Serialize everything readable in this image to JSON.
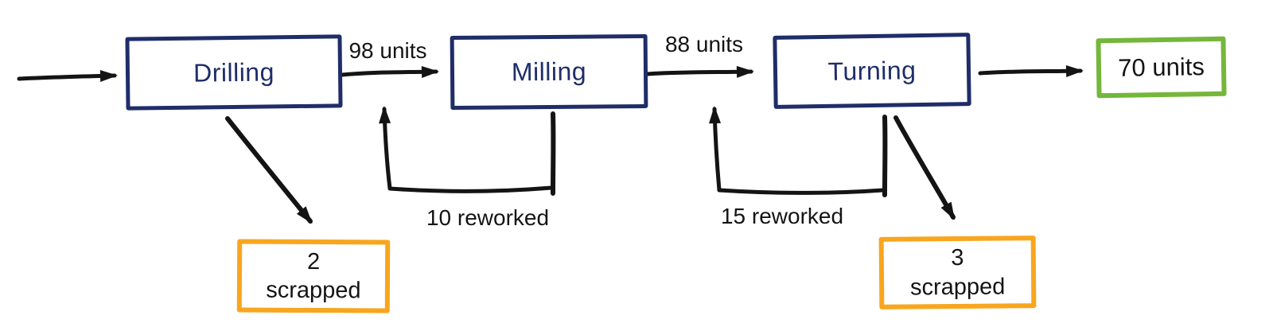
{
  "diagram": {
    "type": "process-flow",
    "stages": [
      {
        "id": "drilling",
        "label": "Drilling"
      },
      {
        "id": "milling",
        "label": "Milling"
      },
      {
        "id": "turning",
        "label": "Turning"
      }
    ],
    "output": {
      "label": "70 units"
    },
    "scrap": [
      {
        "id": "drilling-scrap",
        "count": "2",
        "label": "scrapped"
      },
      {
        "id": "turning-scrap",
        "count": "3",
        "label": "scrapped"
      }
    ],
    "flow_labels": {
      "drilling_to_milling": "98 units",
      "milling_to_turning": "88 units",
      "milling_rework": "10 reworked",
      "turning_rework": "15 reworked"
    },
    "colors": {
      "stage_border": "#1f2d69",
      "stage_text": "#1f2d69",
      "output_border": "#74b73a",
      "scrap_border": "#f8a61e",
      "arrow": "#141414",
      "label_text": "#141414",
      "background": "#ffffff"
    }
  }
}
